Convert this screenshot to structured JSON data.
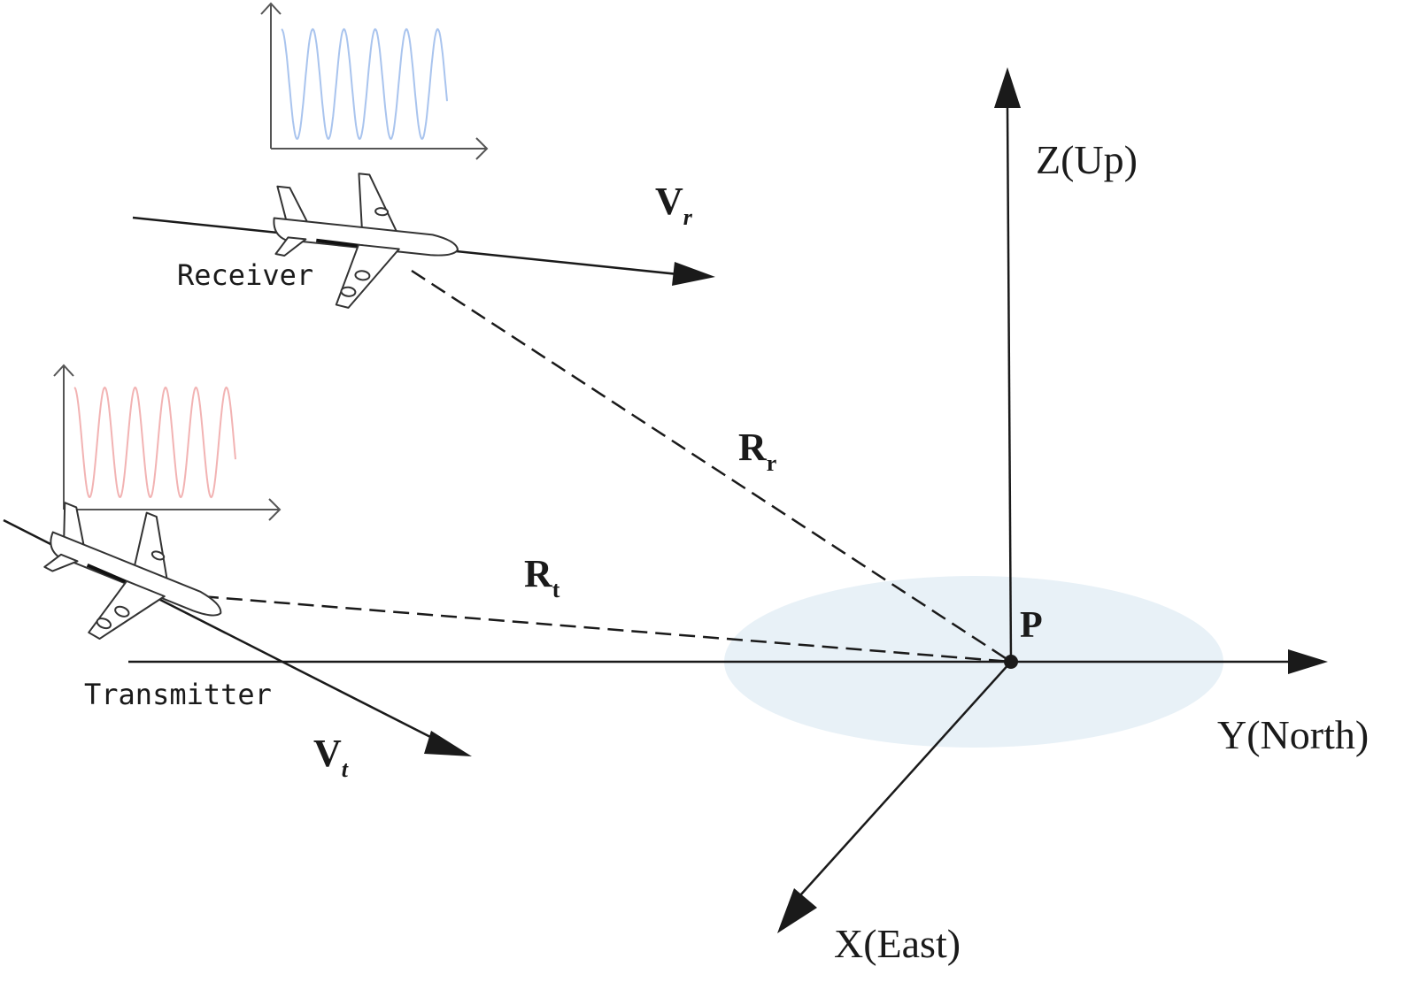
{
  "axes": {
    "z_label": "Z(Up)",
    "y_label": "Y(North)",
    "x_label": "X(East)",
    "origin_label": "P"
  },
  "receiver": {
    "label": "Receiver",
    "velocity_symbol": "V",
    "velocity_subscript": "r",
    "range_symbol": "R",
    "range_subscript": "r",
    "waveform_color": "#a9c4ee"
  },
  "transmitter": {
    "label": "Transmitter",
    "velocity_symbol": "V",
    "velocity_subscript": "t",
    "range_symbol": "R",
    "range_subscript": "t",
    "waveform_color": "#f2b3b3"
  },
  "colors": {
    "ground_ellipse": "#e8f1f7",
    "line": "#1a1a1a"
  }
}
